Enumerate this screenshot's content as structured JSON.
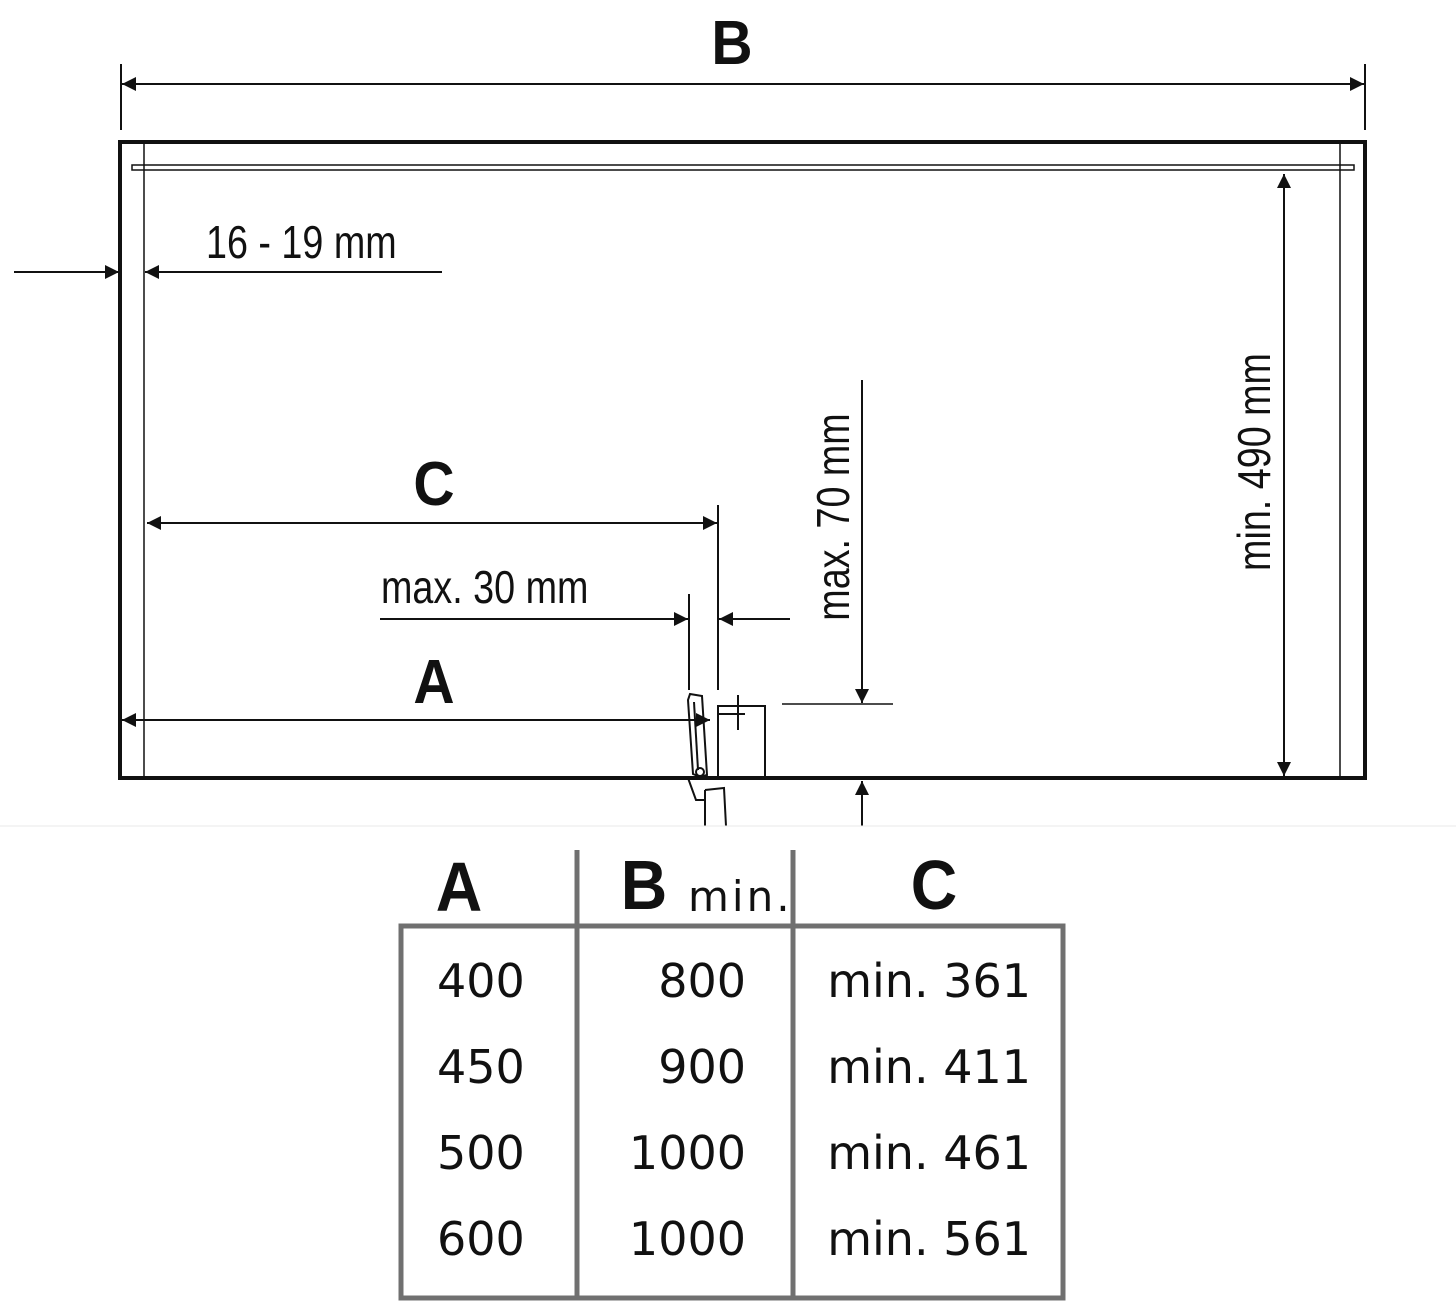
{
  "diagram": {
    "label_b": "B",
    "label_c": "C",
    "label_a": "A",
    "thickness": "16 - 19 mm",
    "max_30": "max. 30 mm",
    "max_70": "max. 70 mm",
    "min_490": "min. 490 mm"
  },
  "table": {
    "headers": [
      {
        "label": "A",
        "suffix": ""
      },
      {
        "label": "B",
        "suffix": "min."
      },
      {
        "label": "C",
        "suffix": ""
      }
    ],
    "rows": [
      [
        "400",
        "800",
        "min. 361"
      ],
      [
        "450",
        "900",
        "min. 411"
      ],
      [
        "500",
        "1000",
        "min. 461"
      ],
      [
        "600",
        "1000",
        "min. 561"
      ]
    ]
  },
  "colors": {
    "line": "#111111",
    "table_border": "#707070"
  }
}
